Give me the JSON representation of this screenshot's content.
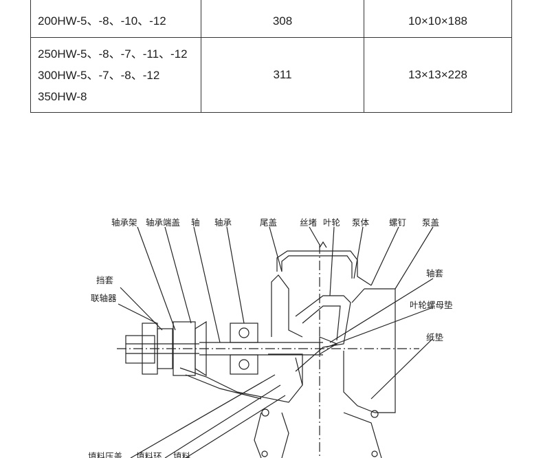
{
  "table": {
    "rows": [
      {
        "models": [
          "200HW-5、-8、-10、-12"
        ],
        "value": "308",
        "size": "10×10×188"
      },
      {
        "models": [
          "250HW-5、-8、-7、-11、-12",
          "300HW-5、-7、-8、-12",
          "350HW-8"
        ],
        "value": "311",
        "size": "13×13×228"
      }
    ]
  },
  "diagram": {
    "labels": {
      "bearing_frame": "轴承架",
      "bearing_end_cover": "轴承端盖",
      "shaft": "轴",
      "bearing": "轴承",
      "tail_cover": "尾盖",
      "plug": "丝堵",
      "impeller": "叶轮",
      "pump_body": "泵体",
      "screw": "螺钉",
      "pump_cover": "泵盖",
      "sleeve": "挡套",
      "coupling": "联轴器",
      "shaft_sleeve": "轴套",
      "impeller_nut_washer": "叶轮螺母垫",
      "paper_gasket": "纸垫",
      "bottom_1": "填料压盖",
      "bottom_2": "填料环",
      "bottom_3": "填料"
    }
  }
}
